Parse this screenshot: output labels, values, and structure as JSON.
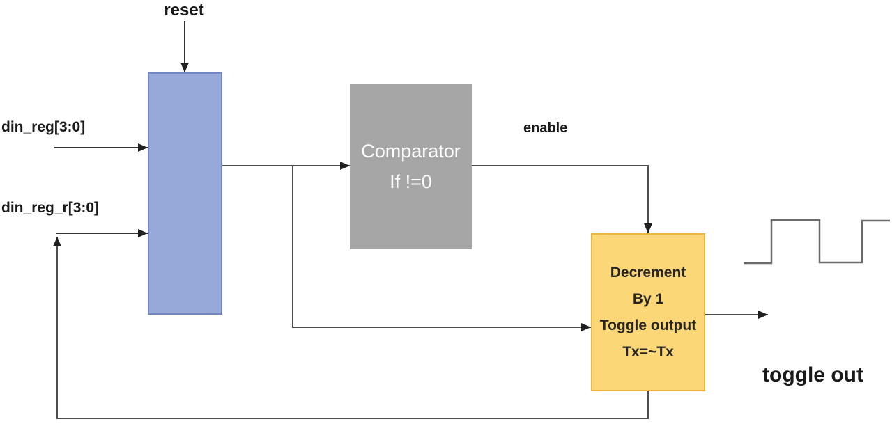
{
  "labels": {
    "reset": "reset",
    "din_reg": "din_reg[3:0]",
    "din_reg_r": "din_reg_r[3:0]",
    "enable": "enable",
    "toggle_out": "toggle out"
  },
  "blocks": {
    "comparator": {
      "line1": "Comparator",
      "line2": "If !=0"
    },
    "decrement": {
      "lines": [
        "Decrement",
        "By 1",
        "Toggle output",
        "Tx=~Tx"
      ]
    }
  },
  "colors": {
    "background": "#ffffff",
    "register_fill": "#97a9d9",
    "register_border": "#7186c3",
    "comparator_fill": "#a6a6a6",
    "comparator_text": "#ffffff",
    "decrement_fill": "#fbd778",
    "decrement_border": "#edb53e",
    "label_text": "#1a1a1a",
    "arrow_line": "#333333",
    "connector_line": "#4d4d4d",
    "arrowhead": "#1f1f1f",
    "waveform_line": "#6a6a6a"
  }
}
